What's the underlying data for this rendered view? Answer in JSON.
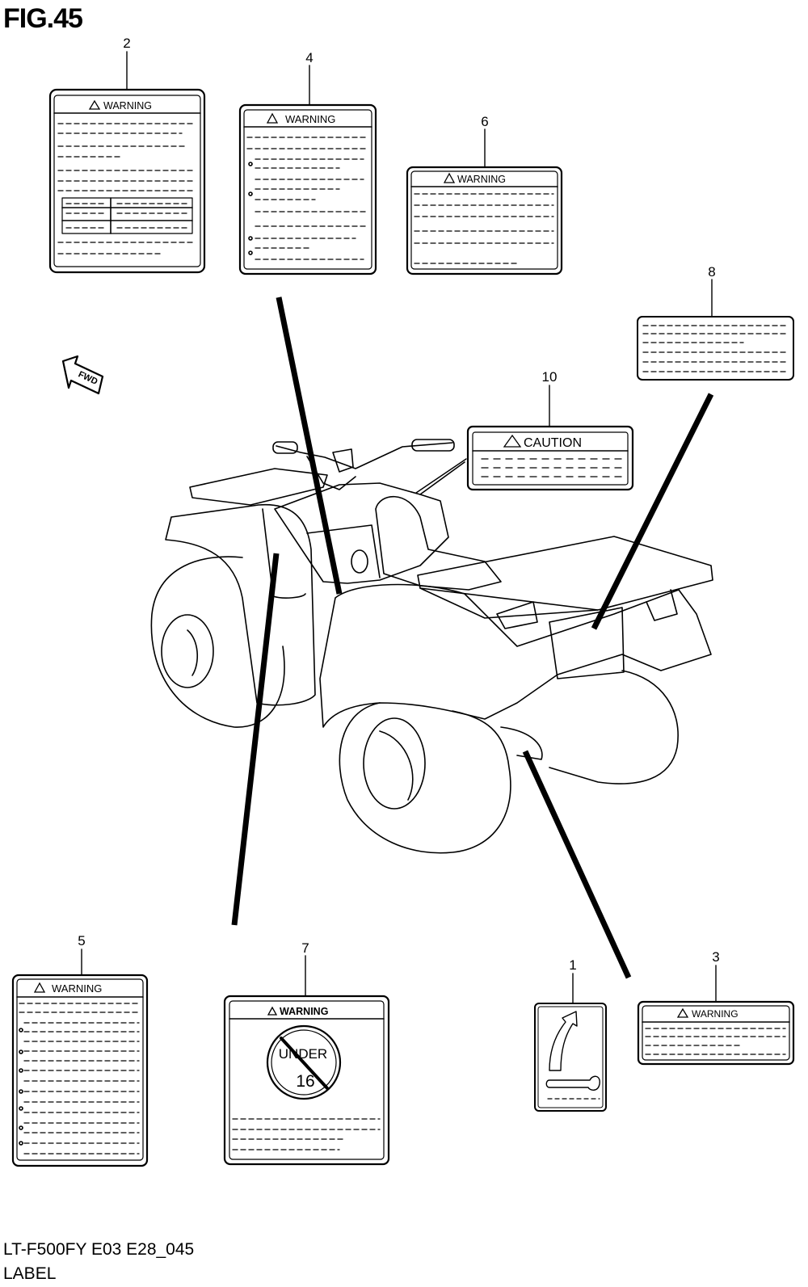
{
  "figure": {
    "title": "FIG.45",
    "model_code": "LT-F500FY E03 E28_045",
    "sheet_name": "LABEL"
  },
  "direction_arrow": {
    "label": "FWD"
  },
  "labels": [
    {
      "ref": "1",
      "kind": "pictogram",
      "header": ""
    },
    {
      "ref": "2",
      "kind": "warning",
      "header": "WARNING"
    },
    {
      "ref": "3",
      "kind": "warning",
      "header": "WARNING"
    },
    {
      "ref": "4",
      "kind": "warning",
      "header": "WARNING"
    },
    {
      "ref": "5",
      "kind": "warning",
      "header": "WARNING"
    },
    {
      "ref": "6",
      "kind": "warning",
      "header": "WARNING"
    },
    {
      "ref": "7",
      "kind": "warning",
      "header": "WARNING",
      "badge_top": "UNDER",
      "badge_bottom": "16"
    },
    {
      "ref": "8",
      "kind": "text",
      "header": ""
    },
    {
      "ref": "10",
      "kind": "caution",
      "header": "CAUTION"
    }
  ],
  "colors": {
    "line": "#000000",
    "background": "#ffffff"
  }
}
